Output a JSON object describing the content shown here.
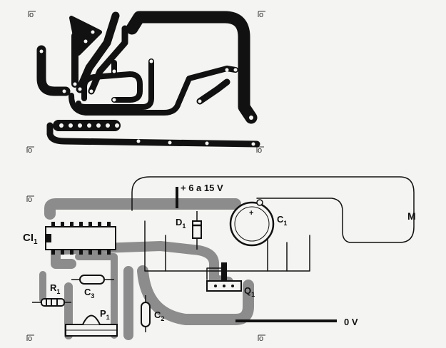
{
  "labels": {
    "supply": "+ 6 a 15 V",
    "ground": "0 V",
    "motor": "M",
    "ci1": "CI",
    "ci1_sub": "1",
    "d1": "D",
    "d1_sub": "1",
    "c1": "C",
    "c1_sub": "1",
    "q1": "Q",
    "q1_sub": "1",
    "r1": "R",
    "r1_sub": "1",
    "c3": "C",
    "c3_sub": "3",
    "p1": "P",
    "p1_sub": "1",
    "c2": "C",
    "c2_sub": "2",
    "plus": "+"
  },
  "registration_mark_glyph": "o",
  "colors": {
    "copper": "#111111",
    "copper_shadow": "#8c8c8c",
    "component": "#1a1a1a",
    "paper": "#f4f4f2"
  }
}
